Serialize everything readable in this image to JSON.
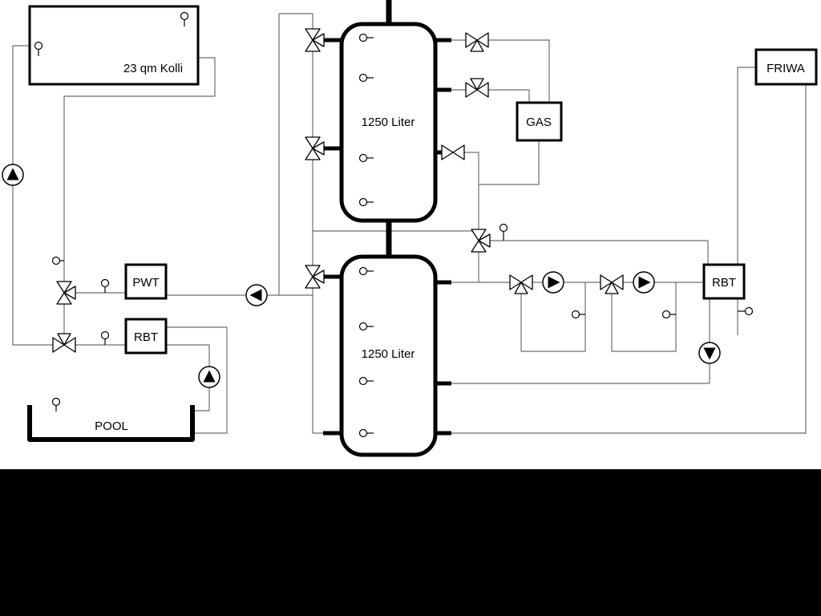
{
  "colors": {
    "background": "#ffffff",
    "pipe": "#6e6e6e",
    "component": "#000000",
    "bottom_band": "#000000"
  },
  "labels": {
    "collector": "23 qm Kolli",
    "tank_top": "1250 Liter",
    "tank_bottom": "1250 Liter",
    "gas": "GAS",
    "friwa": "FRIWA",
    "pwt": "PWT",
    "rbt_left": "RBT",
    "rbt_right": "RBT",
    "pool": "POOL"
  }
}
